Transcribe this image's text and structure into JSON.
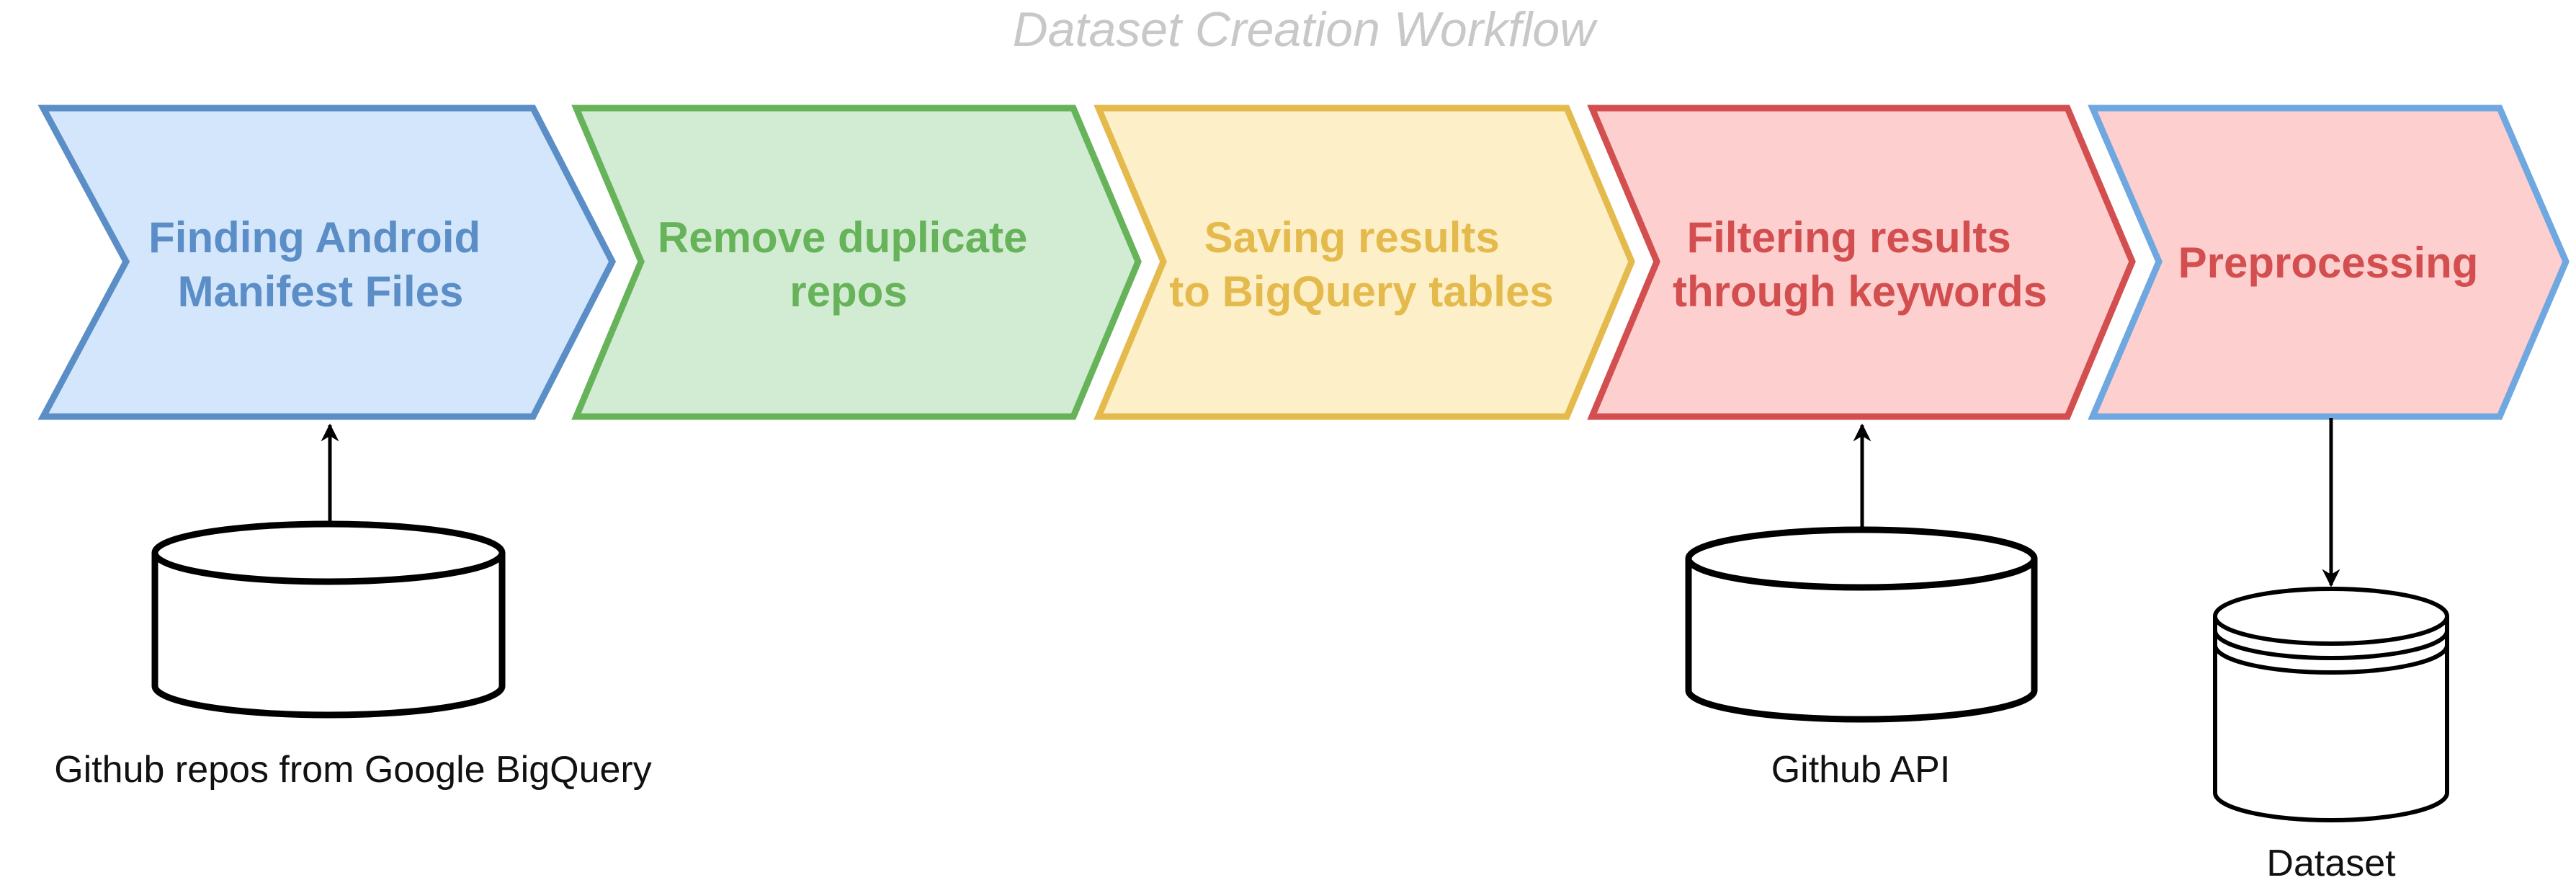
{
  "title": "Dataset Creation Workflow",
  "steps": [
    {
      "lines": [
        "Finding Android",
        "Manifest Files"
      ],
      "fill": "#d4e6fb",
      "stroke": "#5b8ec6",
      "text_color": "#5b8ec6"
    },
    {
      "lines": [
        "Remove duplicate",
        "repos"
      ],
      "fill": "#d2ebd3",
      "stroke": "#67b35a",
      "text_color": "#67b35a"
    },
    {
      "lines": [
        "Saving results",
        "to BigQuery tables"
      ],
      "fill": "#fdf0c8",
      "stroke": "#e5ba4d",
      "text_color": "#e5ba4d"
    },
    {
      "lines": [
        "Filtering results",
        "through keywords"
      ],
      "fill": "#fdcfcf",
      "stroke": "#d34f4f",
      "text_color": "#d34f4f"
    },
    {
      "lines": [
        "Preprocessing"
      ],
      "fill": "#fdcfcf",
      "stroke": "#6fa8e0",
      "text_color": "#d34f4f"
    }
  ],
  "data_sources": [
    {
      "label": "Github repos from Google BigQuery"
    },
    {
      "label": "Github API"
    }
  ],
  "output": {
    "label": "Dataset"
  }
}
